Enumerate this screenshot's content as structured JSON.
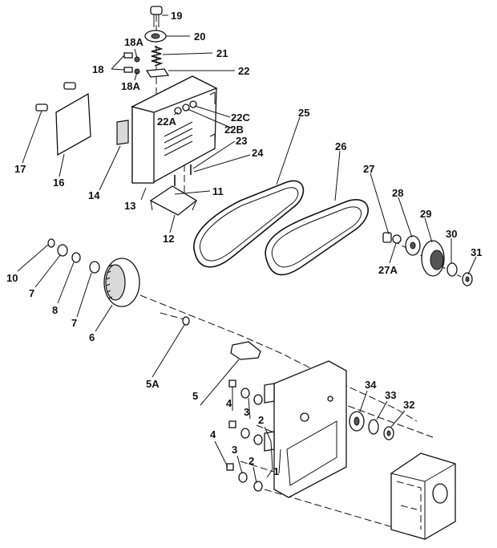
{
  "diagram": {
    "labels": {
      "p1": "1",
      "p2a": "2",
      "p2b": "2",
      "p3a": "3",
      "p3b": "3",
      "p4a": "4",
      "p4b": "4",
      "p5": "5",
      "p5a": "5A",
      "p6": "6",
      "p7a": "7",
      "p7b": "7",
      "p8": "8",
      "p10": "10",
      "p11": "11",
      "p12": "12",
      "p13": "13",
      "p14": "14",
      "p16": "16",
      "p17": "17",
      "p18": "18",
      "p18a1": "18A",
      "p18a2": "18A",
      "p19": "19",
      "p20": "20",
      "p21": "21",
      "p22": "22",
      "p22a": "22A",
      "p22b": "22B",
      "p22c": "22C",
      "p23": "23",
      "p24": "24",
      "p25": "25",
      "p26": "26",
      "p27": "27",
      "p27a": "27A",
      "p28": "28",
      "p29": "29",
      "p30": "30",
      "p31": "31",
      "p32": "32",
      "p33": "33",
      "p34": "34"
    }
  }
}
